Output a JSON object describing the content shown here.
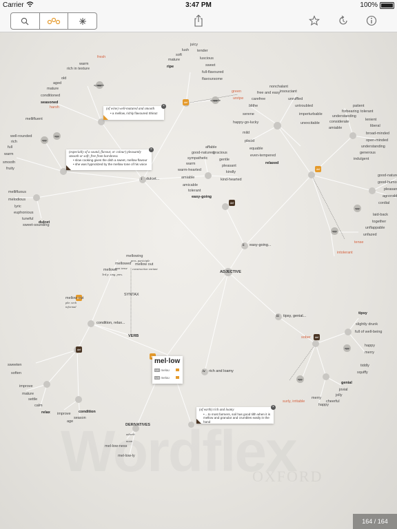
{
  "status": {
    "carrier": "Carrier",
    "time": "3:47 PM",
    "battery": "100%"
  },
  "toolbar": {
    "segments": [
      "search-icon",
      "wordweb-icon",
      "asterisk-icon"
    ],
    "right_icons": [
      "star-icon",
      "history-icon",
      "info-icon"
    ],
    "center_icon": "share-icon"
  },
  "headword": {
    "word": "mel·low",
    "pron_uk": "meləʊ",
    "pron_us": "meloʊ",
    "tag_uk": "UK",
    "tag_us": "US"
  },
  "branches": {
    "adjective": "ADJECTIVE",
    "verb": "VERB",
    "derivatives": "DERIVATIVES",
    "syntax": "SYNTAX",
    "sense_i": "i",
    "sense_i_label": "dulcet...",
    "sense_ii": "ii",
    "sense_ii_label": "easy-going...",
    "sense_iii": "iii",
    "sense_iii_label": "tipsy, genial...",
    "sense_iv": "iv",
    "sense_iv_label": "rich and loamy",
    "verb_sense": "condition, relax..."
  },
  "cards": {
    "wine": {
      "def": "(of wine) well-matured and smooth",
      "ex": "• a mellow, richly flavoured Shiraz"
    },
    "sound": {
      "def": "(especially of a sound, flavour, or colour) pleasantly smooth or soft; free from harshness",
      "ex1": "• slow cooking gives the dish a sweet, mellow flavour",
      "ex2": "• she was hypnotized by the mellow tone of his voice"
    },
    "earth": {
      "def": "(of earth) rich and loamy",
      "ex": "• ...to most farmers, soil has good tilth when it is mellow and granular and crumbles easily in the hand"
    }
  },
  "words": {
    "ripe_group": [
      "juicy",
      "lush",
      "tender",
      "soft",
      "luscious",
      "mature",
      "sweet",
      "ripe",
      "full-flavoured",
      "flavoursome"
    ],
    "seasoned_group": [
      "fresh",
      "warm",
      "rich in texture",
      "old",
      "opposite",
      "aged",
      "mature",
      "conditioned",
      "seasoned",
      "harsh"
    ],
    "smooth_group": [
      "mellifluent",
      "well-rounded",
      "rich",
      "full",
      "warm",
      "smooth",
      "fruity",
      "harsh",
      "opposite"
    ],
    "dulcet_group": [
      "mellifluous",
      "melodious",
      "lyric",
      "euphonious",
      "tuneful",
      "sweet-sounding",
      "dulcet"
    ],
    "affable_group": [
      "affable",
      "good-natured",
      "gracious",
      "sympathetic",
      "gentle",
      "warm",
      "pleasant",
      "warm-hearted",
      "kindly",
      "amiable",
      "kind-hearted",
      "amicable",
      "tolerant",
      "easy-going"
    ],
    "relaxed_group": [
      "nonchalant",
      "free and easy",
      "insouciant",
      "carefree",
      "unruffled",
      "blithe",
      "serene",
      "untroubled",
      "happy-go-lucky",
      "imperturbable",
      "mild",
      "unexcitable",
      "placid",
      "equable",
      "even-tempered",
      "relaxed"
    ],
    "green_group": [
      "green",
      "unripe",
      "opposite"
    ],
    "patient_group": [
      "patient",
      "forbearing",
      "tolerant",
      "understanding",
      "lenient",
      "considerate",
      "liberal",
      "amiable",
      "broad-minded",
      "open-minded",
      "understanding",
      "generous",
      "indulgent"
    ],
    "far_right": [
      "good-natured",
      "good-humoured",
      "pleasant",
      "agreeable",
      "cordial"
    ],
    "laid_back": [
      "laid-back",
      "together",
      "unflappable",
      "unfazed",
      "tense",
      "intolerant",
      "opposite",
      "opposite"
    ],
    "tipsy_group": [
      "tipsy",
      "slightly drunk",
      "full of well-being",
      "happy",
      "merry",
      "tiddly",
      "squiffy",
      "opposite",
      "genial",
      "jovial",
      "jolly",
      "cheerful",
      "merry",
      "happy",
      "sober",
      "surly, irritable",
      "opposite"
    ],
    "verb_forms": [
      "mellowing",
      "pres. participle",
      "mellowed",
      "past tense",
      "mellows",
      "3rd p. sing. pres.",
      "mellow out",
      "construction variant",
      "mellow out",
      "phr. verb",
      "informal"
    ],
    "verb_synonyms": [
      "sweeten",
      "soften",
      "improve",
      "mature",
      "settle",
      "calm",
      "relax",
      "improve",
      "season",
      "age",
      "condition"
    ],
    "derivatives": [
      "mel-low-ly",
      "mel-low-ness",
      "adverb",
      "noun"
    ]
  },
  "watermark": {
    "brand": "Wordflex",
    "publisher": "OXFORD"
  },
  "pager": {
    "label": "164 / 164"
  },
  "colors": {
    "accent": "#e59a2b",
    "dark_tag": "#4a3524",
    "antonym_red": "#d4603d"
  }
}
